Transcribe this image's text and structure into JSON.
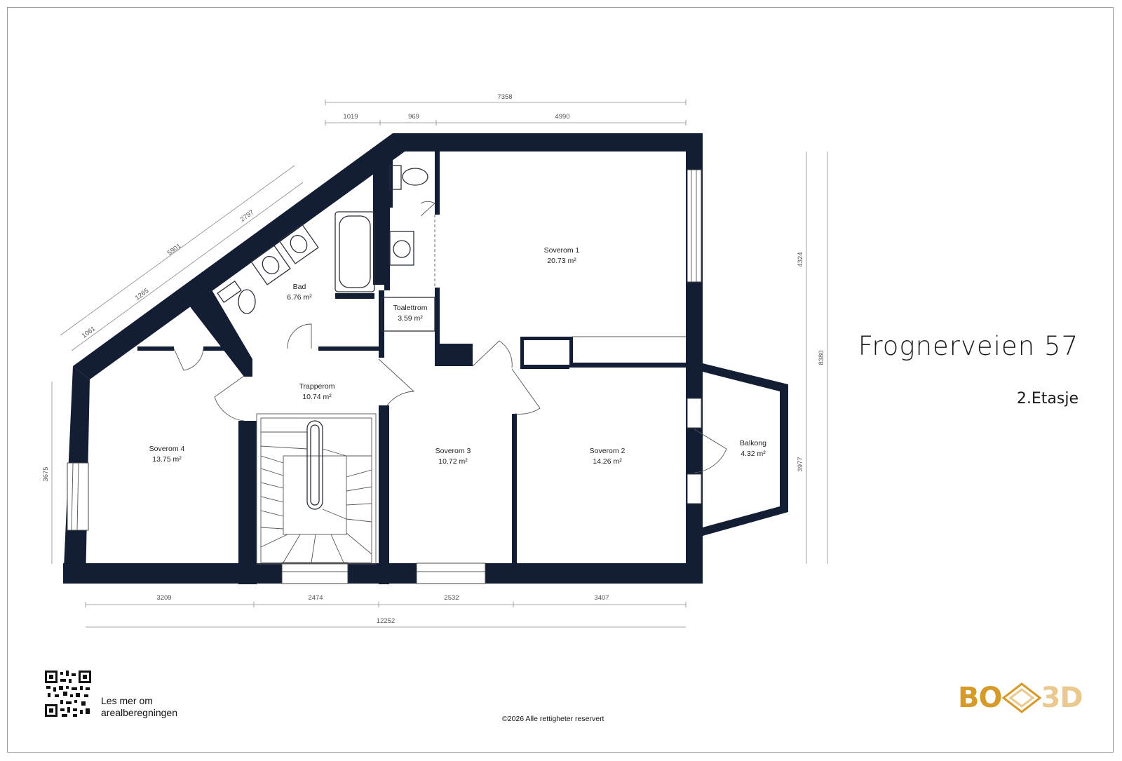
{
  "title": "Frognerveien 57",
  "floor": "2.Etasje",
  "rooms": {
    "soverom1": {
      "name": "Soverom 1",
      "area": "20.73 m²"
    },
    "bad": {
      "name": "Bad",
      "area": "6.76 m²"
    },
    "toalettrom": {
      "name": "Toalettrom",
      "area": "3.59 m²"
    },
    "trapperom": {
      "name": "Trapperom",
      "area": "10.74 m²"
    },
    "soverom4": {
      "name": "Soverom 4",
      "area": "13.75 m²"
    },
    "soverom3": {
      "name": "Soverom 3",
      "area": "10.72 m²"
    },
    "soverom2": {
      "name": "Soverom 2",
      "area": "14.26 m²"
    },
    "balkong": {
      "name": "Balkong",
      "area": "4.32 m²"
    }
  },
  "dimensions": {
    "top_total": "7358",
    "top_a": "1019",
    "top_b": "969",
    "top_c": "4990",
    "diag_total": "5901",
    "diag_a": "2797",
    "diag_b": "1265",
    "diag_c": "1061",
    "left": "3675",
    "right_a": "4324",
    "right_total": "8380",
    "right_b": "3977",
    "bottom_a": "3209",
    "bottom_b": "2474",
    "bottom_c": "2532",
    "bottom_d": "3407",
    "bottom_total": "12252"
  },
  "footer": {
    "qr_line1": "Les mer om",
    "qr_line2": "arealberegningen",
    "copyright": "©2026 Alle rettigheter reservert",
    "logo_left": "BO",
    "logo_right": "3D"
  },
  "colors": {
    "wall": "#131d33",
    "logo": "#d69a2a"
  }
}
